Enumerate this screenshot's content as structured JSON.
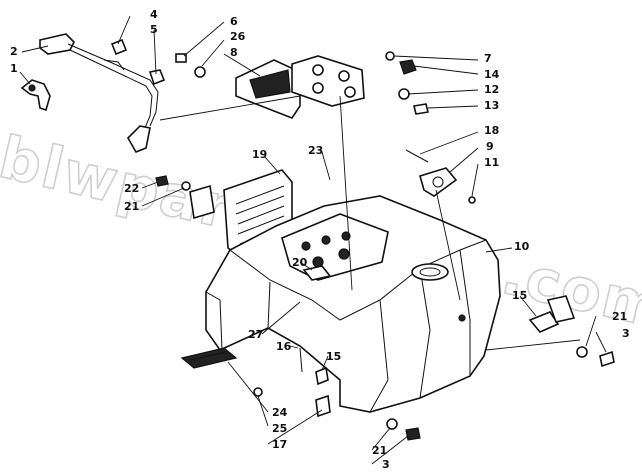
{
  "watermark": "blwpartsonline.com",
  "callouts": [
    {
      "id": "c1",
      "text": "1"
    },
    {
      "id": "c2",
      "text": "2"
    },
    {
      "id": "c3a",
      "text": "3"
    },
    {
      "id": "c3b",
      "text": "3"
    },
    {
      "id": "c4",
      "text": "4"
    },
    {
      "id": "c5",
      "text": "5"
    },
    {
      "id": "c6",
      "text": "6"
    },
    {
      "id": "c7",
      "text": "7"
    },
    {
      "id": "c8",
      "text": "8"
    },
    {
      "id": "c9",
      "text": "9"
    },
    {
      "id": "c10",
      "text": "10"
    },
    {
      "id": "c11",
      "text": "11"
    },
    {
      "id": "c12",
      "text": "12"
    },
    {
      "id": "c13",
      "text": "13"
    },
    {
      "id": "c14",
      "text": "14"
    },
    {
      "id": "c15a",
      "text": "15"
    },
    {
      "id": "c15b",
      "text": "15"
    },
    {
      "id": "c16",
      "text": "16"
    },
    {
      "id": "c17",
      "text": "17"
    },
    {
      "id": "c18",
      "text": "18"
    },
    {
      "id": "c19",
      "text": "19"
    },
    {
      "id": "c20",
      "text": "20"
    },
    {
      "id": "c21a",
      "text": "21"
    },
    {
      "id": "c21b",
      "text": "21"
    },
    {
      "id": "c21c",
      "text": "21"
    },
    {
      "id": "c22",
      "text": "22"
    },
    {
      "id": "c23",
      "text": "23"
    },
    {
      "id": "c24",
      "text": "24"
    },
    {
      "id": "c25",
      "text": "25"
    },
    {
      "id": "c26",
      "text": "26"
    },
    {
      "id": "c27",
      "text": "27"
    }
  ]
}
